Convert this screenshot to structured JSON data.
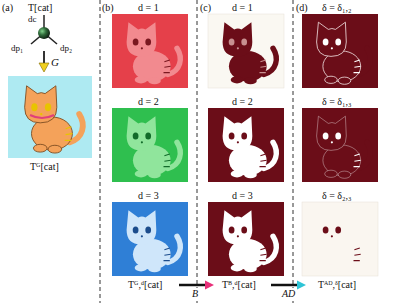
{
  "diagram": {
    "labels": [
      "(a)",
      "T[cat]",
      "dc",
      "dp₁",
      "dp₂",
      "G",
      "Tᴳ[cat]",
      "(b)",
      "d = 1",
      "d = 2",
      "d = 3",
      "Tᴳ,ᵈ[cat]",
      "(c)",
      "d = 1",
      "d = 2",
      "d = 3",
      "Tᴮ,ᵈ[cat]",
      "(d)",
      "δ = δ₁,₂",
      "δ = δ₁,₃",
      "δ = δ₂,₃",
      "Tᴬᴰ,ᵟ[cat]",
      "B",
      "AD"
    ]
  }
}
